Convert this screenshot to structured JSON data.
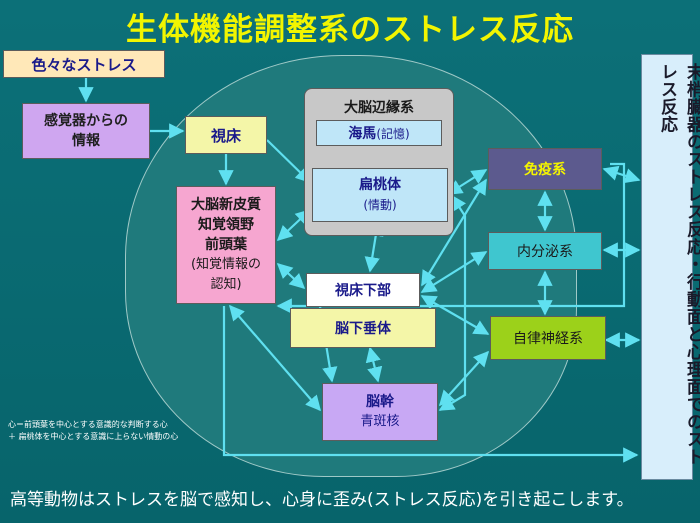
{
  "title": "生体機能調整系のストレス反応",
  "nodes": {
    "stress": "色々なストレス",
    "sensory": [
      "感覚器からの",
      "情報"
    ],
    "thalamus": "視床",
    "limbic": "大脳辺縁系",
    "hippocampus": "海馬",
    "hippocampus_sub": "(記憶)",
    "amygdala": "扁桃体",
    "amygdala_sub": "(情動)",
    "cortex": [
      "大脳新皮質",
      "知覚領野",
      "前頭葉"
    ],
    "cortex_sub": [
      "(知覚情報の",
      "認知)"
    ],
    "hypothalamus": "視床下部",
    "pituitary": "脳下垂体",
    "brainstem": "脳幹",
    "brainstem_sub": "青斑核",
    "immune": "免疫系",
    "endocrine": "内分泌系",
    "autonomic": "自律神経系",
    "peripheral": "末梢臓器のストレス反応・行動面と心理面でのストレス反応"
  },
  "notes": [
    "心＝前頭葉を中心とする意識的な判断する心",
    "＋ 扁桃体を中心とする意識に上らない情動の心"
  ],
  "caption": "高等動物はストレスを脳で感知し、心身に歪み(ストレス反応)を引き起こします。",
  "colors": {
    "background": "#0a6a70",
    "title": "#f2f500",
    "arrow": "#5fe0f0",
    "stress": "#ffe8b8",
    "sensory": "#cfa6f0",
    "thalamus": "#f4f6a8",
    "cortex": "#f6a6d0",
    "limbic": "#c8c8c8",
    "amygdala": "#bfe6f8",
    "immune": "#5c5a8e",
    "endocrine": "#3fc6cf",
    "autonomic": "#9cd11a",
    "brainstem": "#c8a8f4",
    "peripheral": "#d8eefb"
  }
}
